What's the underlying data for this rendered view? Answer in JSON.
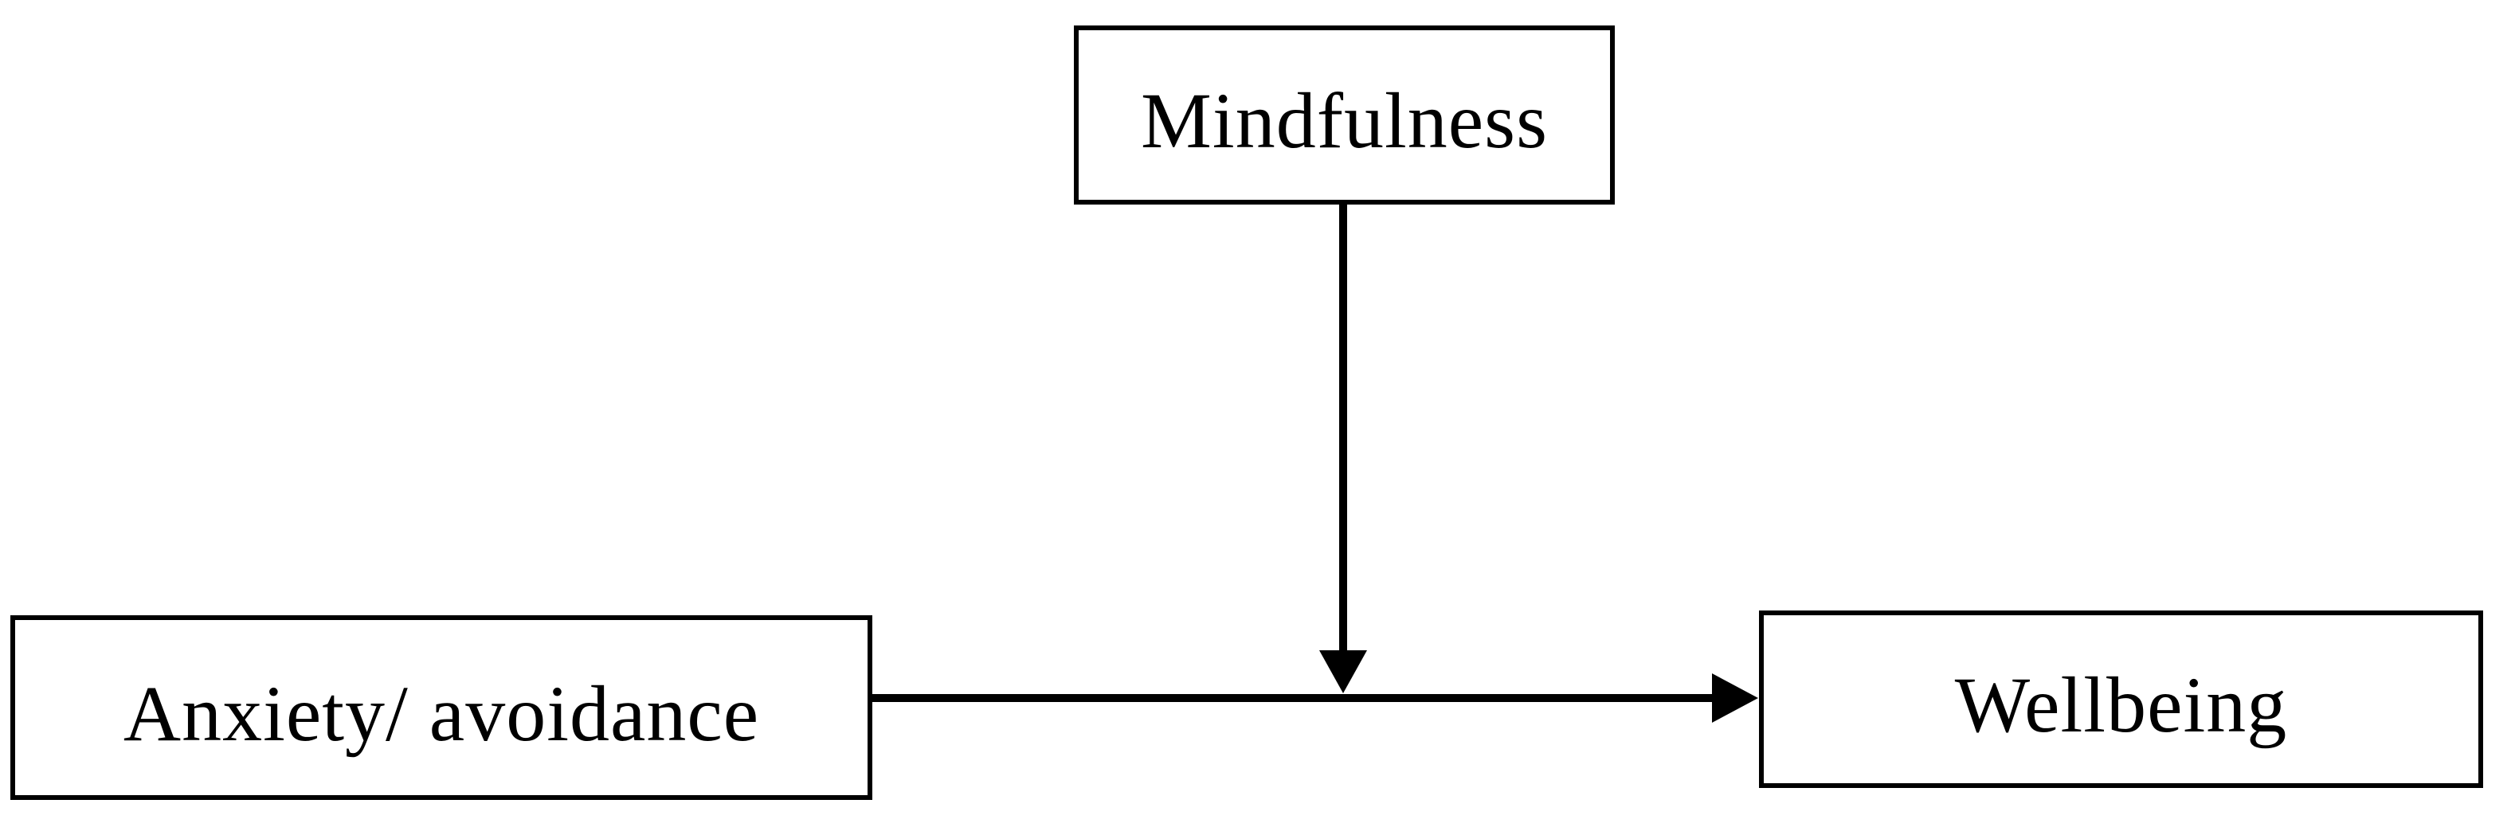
{
  "figure": {
    "type": "moderation-model-diagram",
    "background_color": "#ffffff",
    "line_color": "#000000",
    "box_fill_color": "#ffffff",
    "nodes": [
      {
        "id": "mindfulness",
        "label": "Mindfulness",
        "role": "moderator"
      },
      {
        "id": "anxiety_avoidance",
        "label": "Anxiety/ avoidance",
        "role": "predictor"
      },
      {
        "id": "wellbeing",
        "label": "Wellbeing",
        "role": "outcome"
      }
    ],
    "edges": [
      {
        "from": "anxiety_avoidance",
        "to": "wellbeing",
        "style": "straight-arrow"
      },
      {
        "from": "mindfulness",
        "to": "path anxiety_avoidance to wellbeing",
        "style": "straight-arrow"
      }
    ]
  }
}
